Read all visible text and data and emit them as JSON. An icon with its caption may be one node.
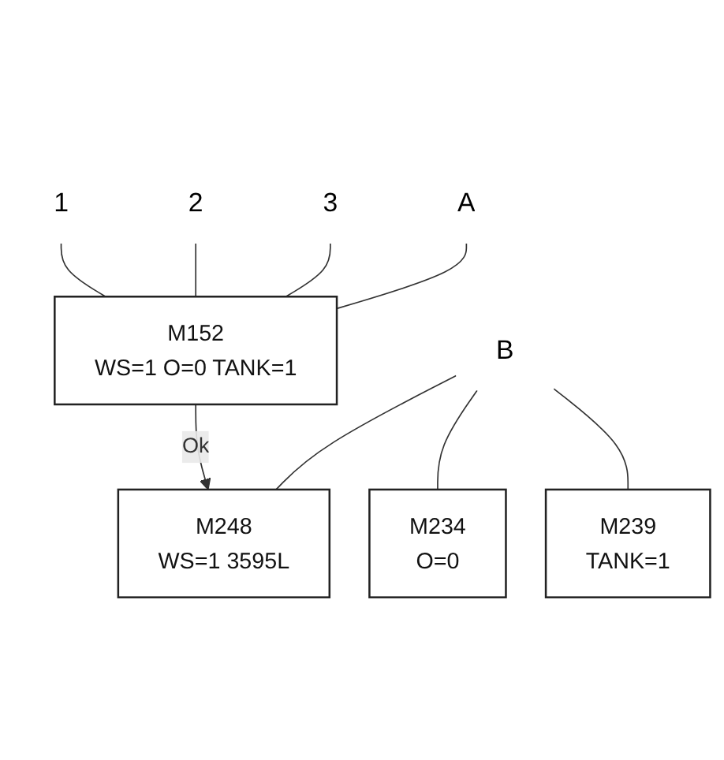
{
  "diagram": {
    "nodes": [
      {
        "text": [
          "1"
        ]
      },
      {
        "text": [
          "2"
        ]
      },
      {
        "text": [
          "3"
        ]
      },
      {
        "text": [
          "A"
        ]
      },
      {
        "text": [
          "M152",
          "WS=1 O=0 TANK=1"
        ]
      },
      {
        "text": [
          "M248",
          "WS=1 3595L"
        ]
      },
      {
        "text": [
          "M234",
          "O=0"
        ]
      },
      {
        "text": [
          "M239",
          "TANK=1"
        ]
      },
      {
        "text": [
          "B"
        ]
      }
    ],
    "edges": [
      {
        "from": 0,
        "to": 4,
        "arrow": "none"
      },
      {
        "from": 1,
        "to": 4,
        "arrow": "none"
      },
      {
        "from": 2,
        "to": 4,
        "arrow": "none"
      },
      {
        "from": 3,
        "to": 4,
        "arrow": "none"
      },
      {
        "from": 4,
        "to": 5,
        "arrow": "to",
        "label": "Ok"
      },
      {
        "from": 8,
        "to": 5,
        "arrow": "none"
      },
      {
        "from": 8,
        "to": 6,
        "arrow": "none"
      },
      {
        "from": 8,
        "to": 7,
        "arrow": "none"
      }
    ]
  }
}
